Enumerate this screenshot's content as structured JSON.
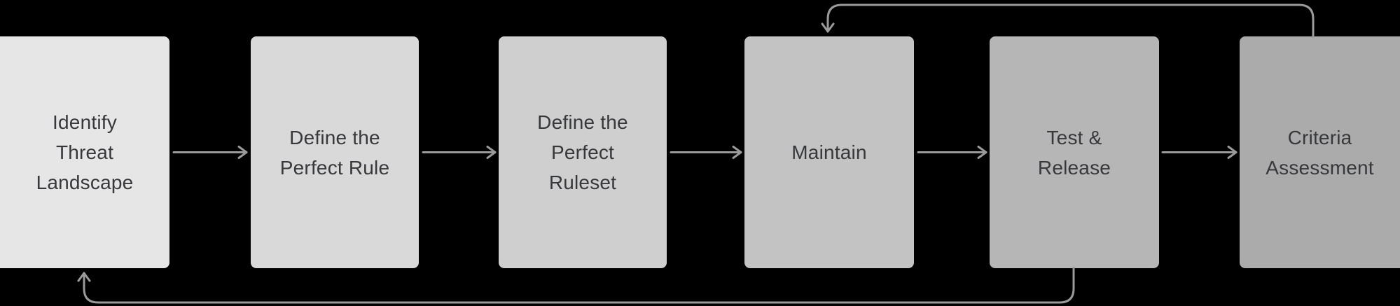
{
  "diagram": {
    "type": "flowchart",
    "steps": [
      {
        "label": "Identify\nThreat\nLandscape",
        "color": "#e6e6e6"
      },
      {
        "label": "Define the\nPerfect Rule",
        "color": "#d9d9d9"
      },
      {
        "label": "Define the\nPerfect\nRuleset",
        "color": "#cfcfcf"
      },
      {
        "label": "Maintain",
        "color": "#c3c3c3"
      },
      {
        "label": "Test &\nRelease",
        "color": "#b6b6b6"
      },
      {
        "label": "Criteria\nAssessment",
        "color": "#ababab"
      }
    ],
    "connections": [
      {
        "from": "Identify Threat Landscape",
        "to": "Define the Perfect Rule",
        "type": "forward"
      },
      {
        "from": "Define the Perfect Rule",
        "to": "Define the Perfect Ruleset",
        "type": "forward"
      },
      {
        "from": "Define the Perfect Ruleset",
        "to": "Maintain",
        "type": "forward"
      },
      {
        "from": "Maintain",
        "to": "Test & Release",
        "type": "forward"
      },
      {
        "from": "Test & Release",
        "to": "Criteria Assessment",
        "type": "forward"
      },
      {
        "from": "Criteria Assessment",
        "to": "Maintain",
        "type": "feedback-loop-top"
      },
      {
        "from": "Test & Release",
        "to": "Identify Threat Landscape",
        "type": "feedback-loop-bottom"
      }
    ]
  },
  "colors": {
    "background": "#000000",
    "arrow": "#9a9a9a",
    "text": "#36383b"
  }
}
